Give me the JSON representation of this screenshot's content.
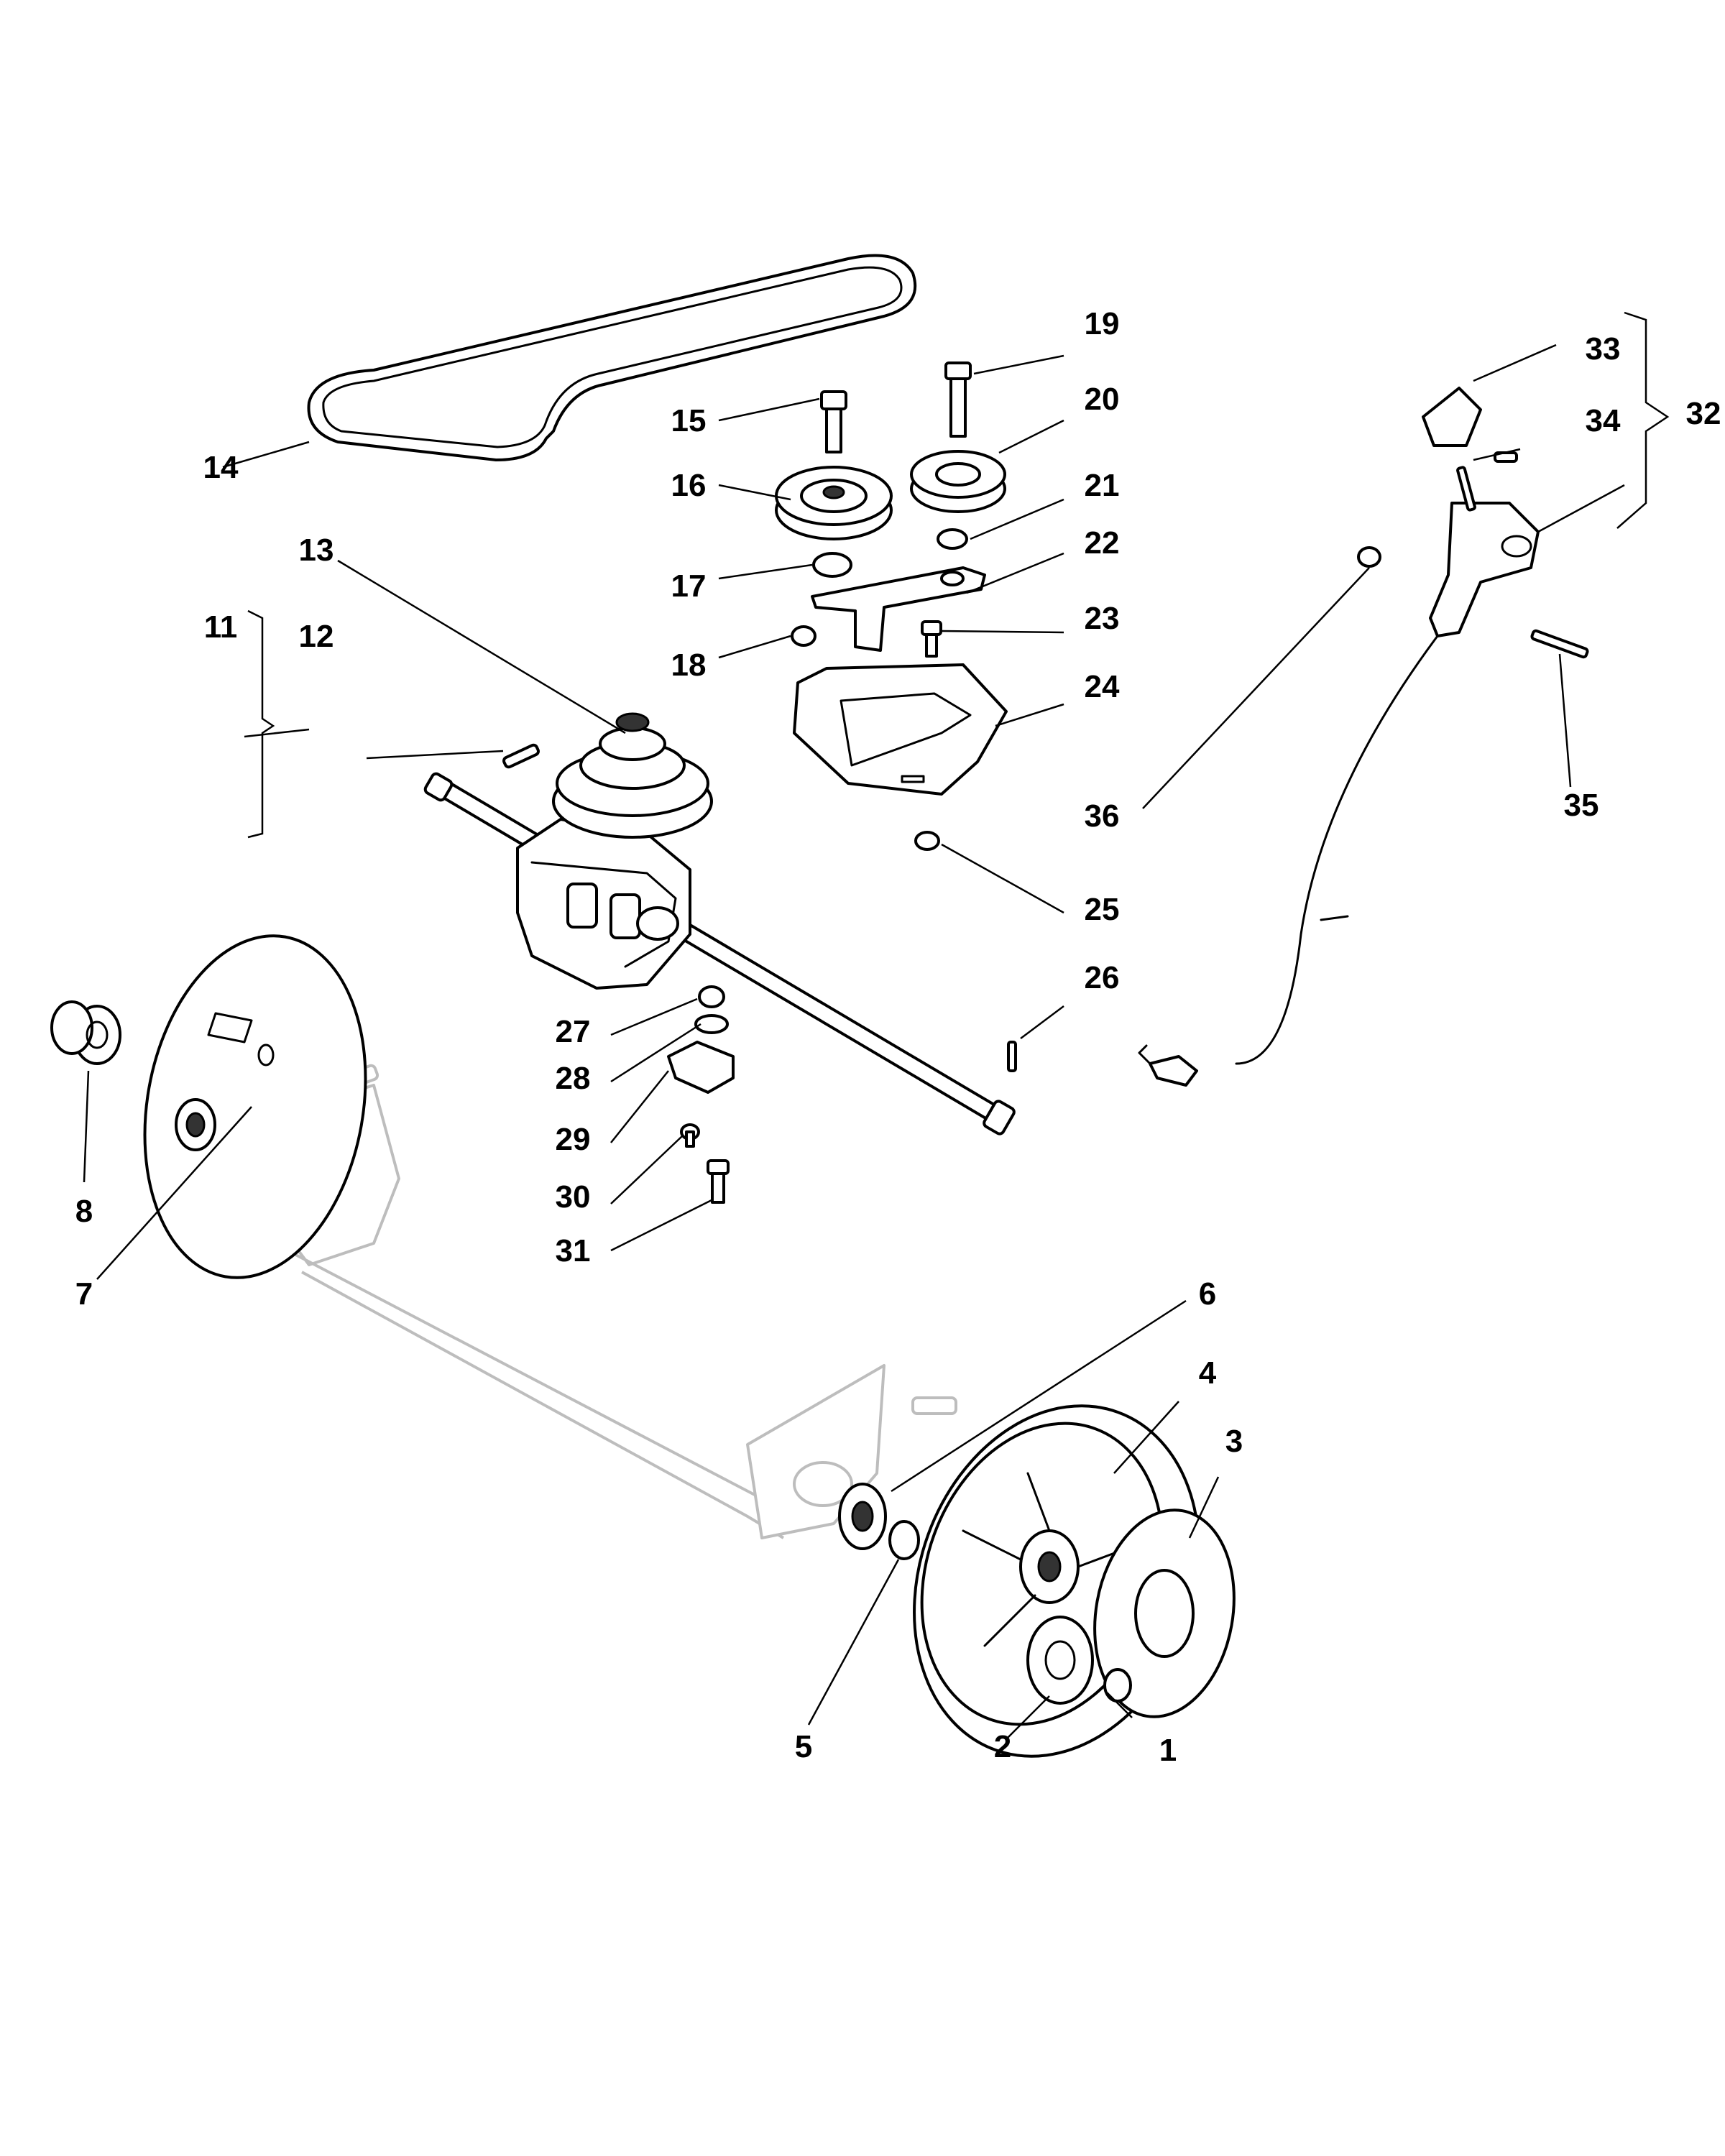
{
  "parts": [
    {
      "id": "p1",
      "label": "1"
    },
    {
      "id": "p2",
      "label": "2"
    },
    {
      "id": "p3",
      "label": "3"
    },
    {
      "id": "p4",
      "label": "4"
    },
    {
      "id": "p5",
      "label": "5"
    },
    {
      "id": "p6",
      "label": "6"
    },
    {
      "id": "p7",
      "label": "7"
    },
    {
      "id": "p8",
      "label": "8"
    },
    {
      "id": "p11",
      "label": "11"
    },
    {
      "id": "p12",
      "label": "12"
    },
    {
      "id": "p13",
      "label": "13"
    },
    {
      "id": "p14",
      "label": "14"
    },
    {
      "id": "p15",
      "label": "15"
    },
    {
      "id": "p16",
      "label": "16"
    },
    {
      "id": "p17",
      "label": "17"
    },
    {
      "id": "p18",
      "label": "18"
    },
    {
      "id": "p19",
      "label": "19"
    },
    {
      "id": "p20",
      "label": "20"
    },
    {
      "id": "p21",
      "label": "21"
    },
    {
      "id": "p22",
      "label": "22"
    },
    {
      "id": "p23",
      "label": "23"
    },
    {
      "id": "p24",
      "label": "24"
    },
    {
      "id": "p25",
      "label": "25"
    },
    {
      "id": "p26",
      "label": "26"
    },
    {
      "id": "p27",
      "label": "27"
    },
    {
      "id": "p28",
      "label": "28"
    },
    {
      "id": "p29",
      "label": "29"
    },
    {
      "id": "p30",
      "label": "30"
    },
    {
      "id": "p31",
      "label": "31"
    },
    {
      "id": "p32",
      "label": "32"
    },
    {
      "id": "p33",
      "label": "33"
    },
    {
      "id": "p34",
      "label": "34"
    },
    {
      "id": "p35",
      "label": "35"
    },
    {
      "id": "p36",
      "label": "36"
    }
  ]
}
